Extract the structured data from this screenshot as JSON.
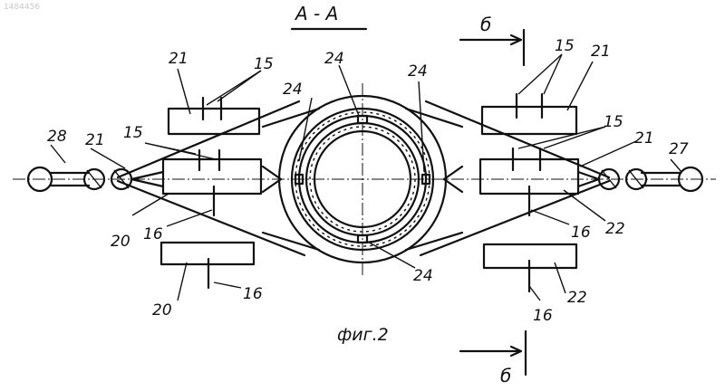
{
  "document_number": "1484456",
  "section_title": "А - А",
  "section_mark": "б",
  "figure_caption": "фиг.2",
  "labels": {
    "l15_a": "15",
    "l15_b": "15",
    "l15_c": "15",
    "l16_a": "16",
    "l16_b": "16",
    "l16_c": "16",
    "l16_d": "16",
    "l20_a": "20",
    "l20_b": "20",
    "l21_a": "21",
    "l21_b": "21",
    "l21_c": "21",
    "l21_d": "21",
    "l22_a": "22",
    "l22_b": "22",
    "l24_a": "24",
    "l24_b": "24",
    "l24_c": "24",
    "l24_d": "24",
    "l27": "27",
    "l28": "28"
  }
}
